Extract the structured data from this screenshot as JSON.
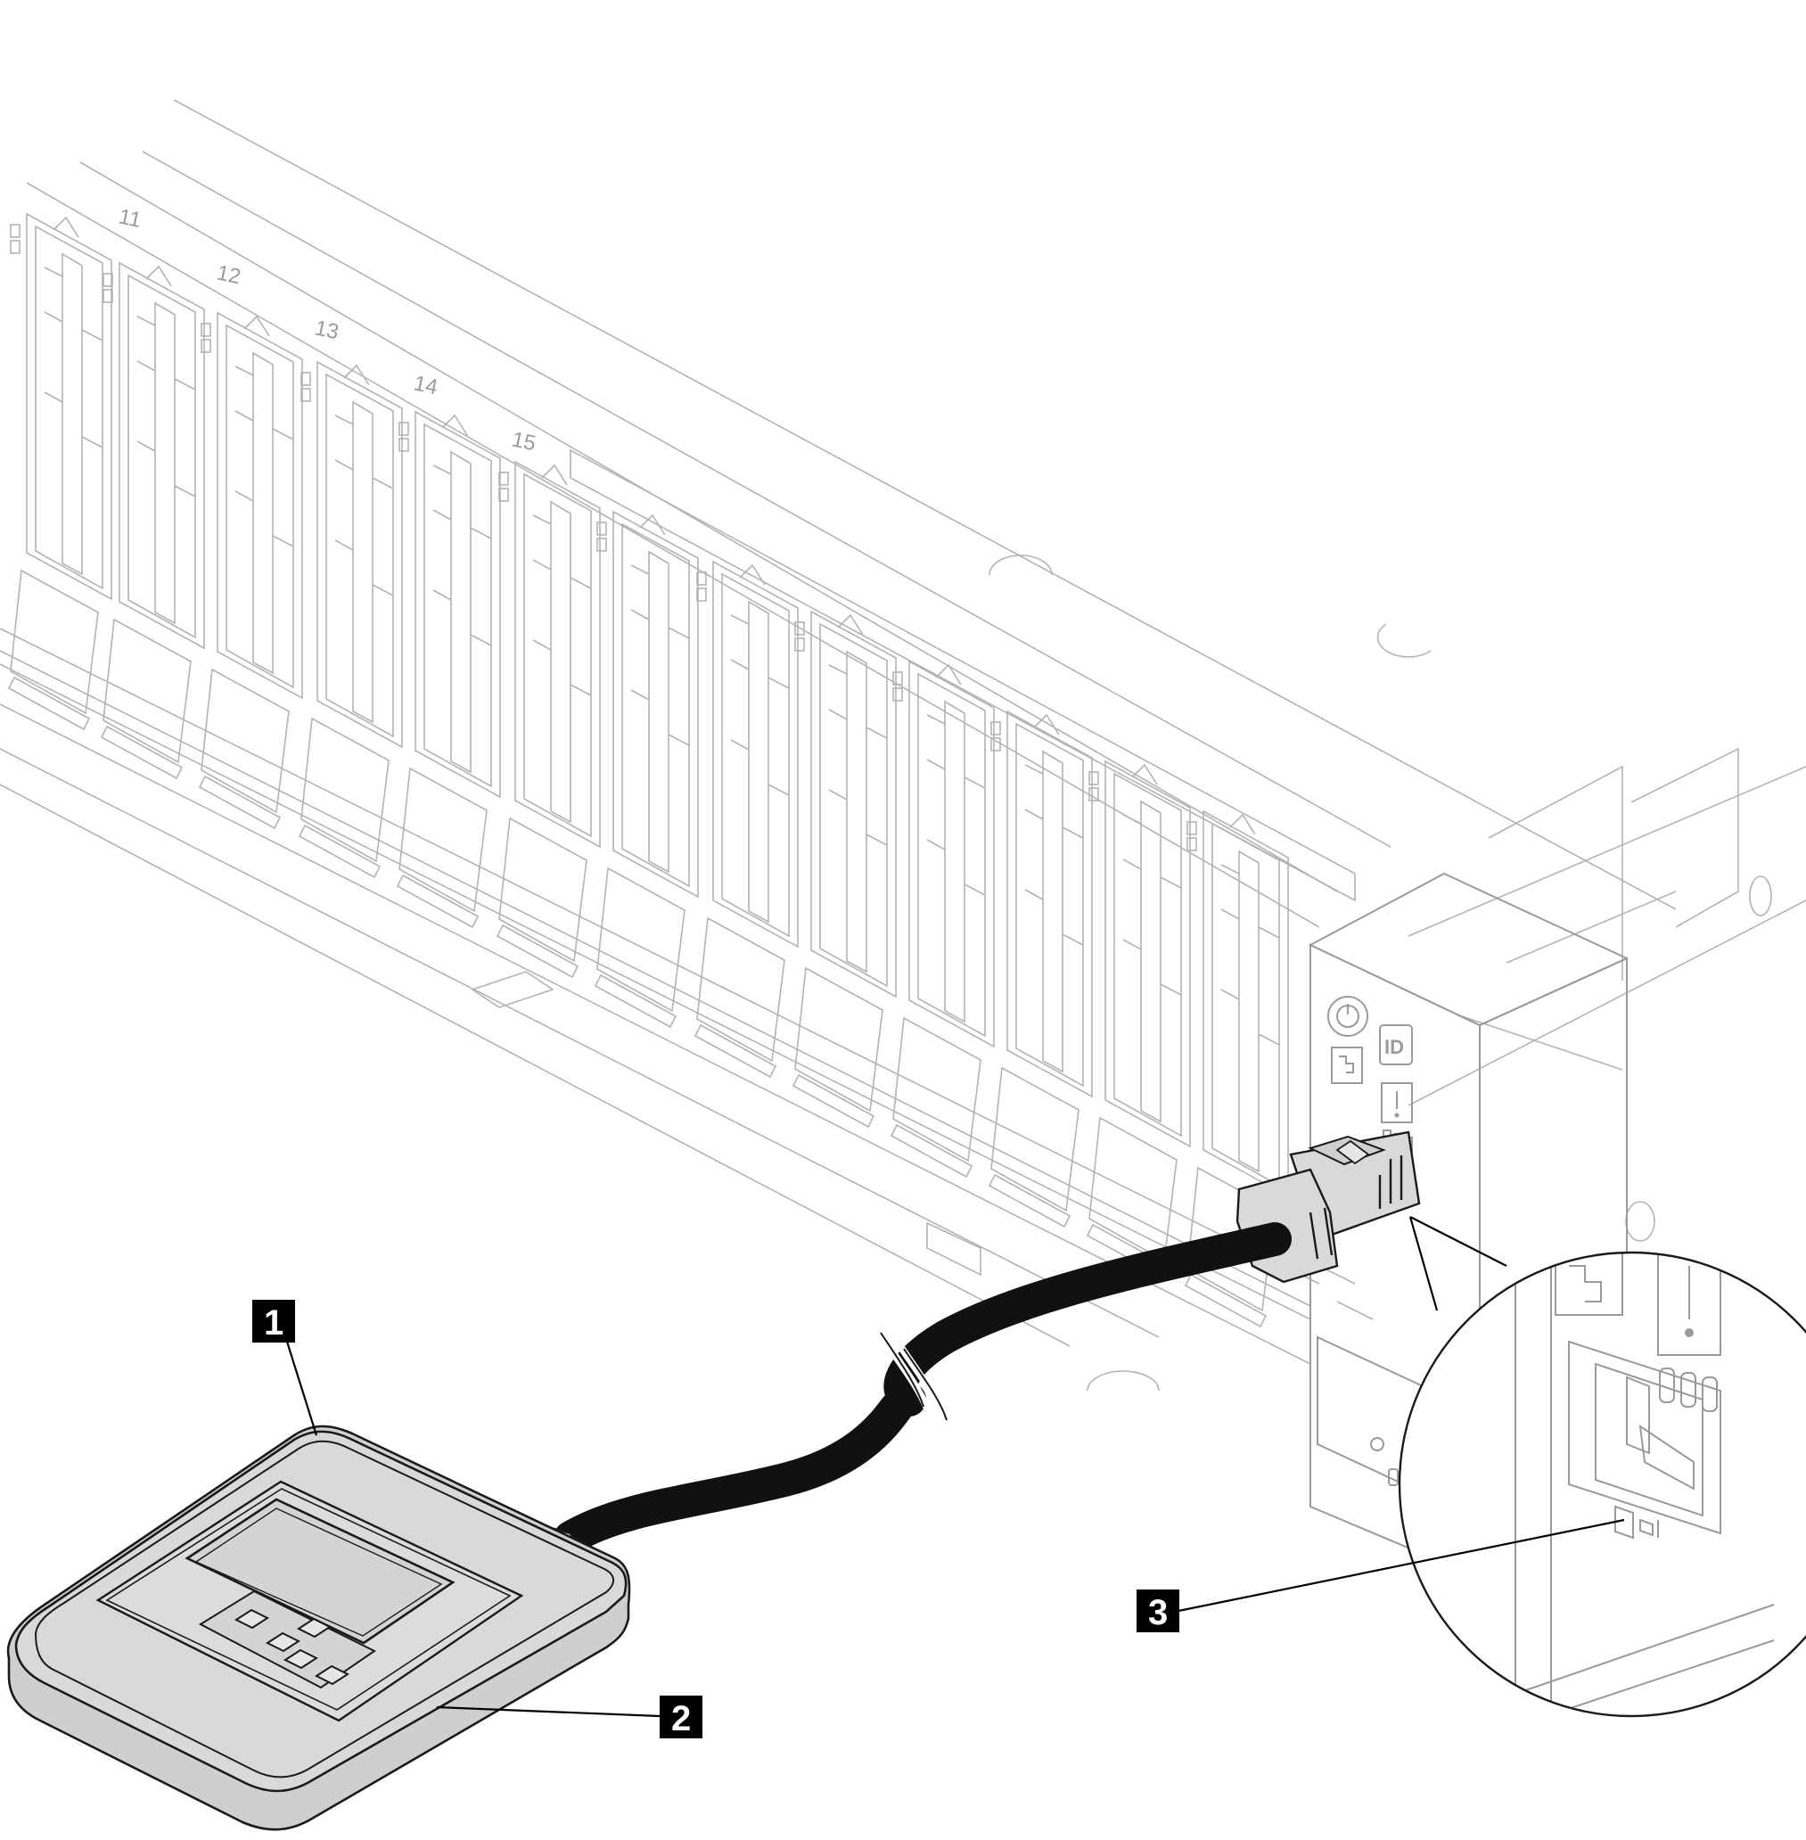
{
  "bays": [
    {
      "label": "11"
    },
    {
      "label": "12"
    },
    {
      "label": "13"
    },
    {
      "label": "14"
    },
    {
      "label": "15"
    }
  ],
  "callouts": [
    {
      "label": "1"
    },
    {
      "label": "2"
    },
    {
      "label": "3"
    }
  ],
  "colors": {
    "callout_fill": "#000000",
    "callout_text": "#ffffff",
    "device_fill": "#d9d9d9",
    "cable": "#111111",
    "line_art": "#b3b3b3"
  }
}
